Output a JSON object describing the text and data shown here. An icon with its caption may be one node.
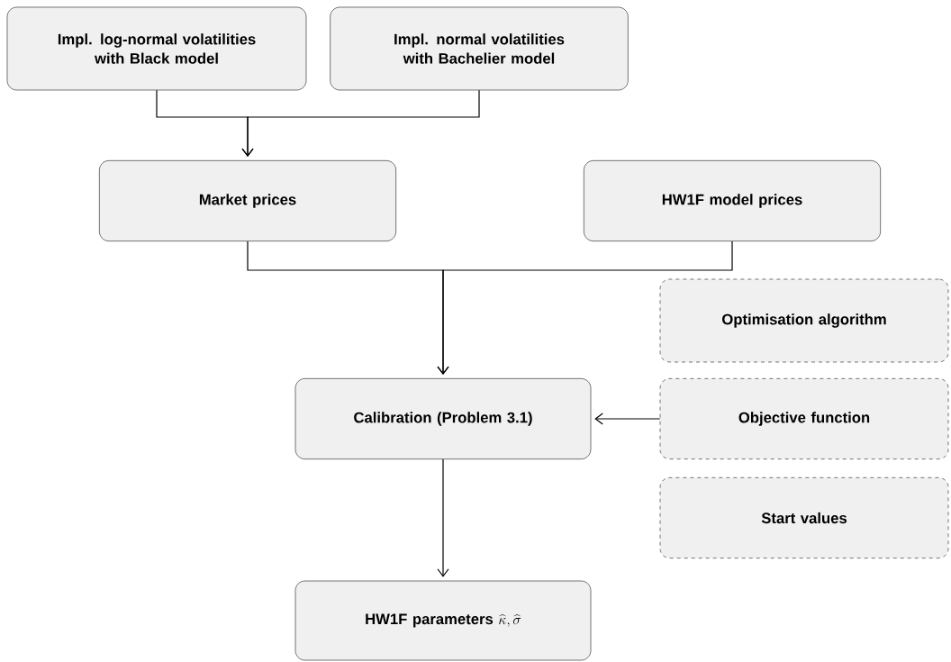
{
  "diagram": {
    "nodes": [
      {
        "text": [
          "Impl. log-normal volatilities with Black model"
        ]
      },
      {
        "text": [
          "Impl. normal volatilities with Bachelier model"
        ]
      },
      {
        "text": [
          "Market prices"
        ]
      },
      {
        "text": [
          "HW1F model prices"
        ]
      },
      {
        "text": [
          "Optimisation algorithm"
        ]
      },
      {
        "text": [
          "Calibration (Problem 3.1)"
        ]
      },
      {
        "text": [
          "Objective function"
        ]
      },
      {
        "text": [
          "Start values"
        ]
      },
      {
        "text": [
          "HW1F parameters",
          "\\widehat{\\kappa}, \\widehat{\\sigma}"
        ]
      }
    ],
    "edges": [
      {
        "from": 0,
        "to": 2,
        "arrow": "to"
      },
      {
        "from": 1,
        "to": 2,
        "arrow": "to"
      },
      {
        "from": 2,
        "to": 5,
        "arrow": "to"
      },
      {
        "from": 3,
        "to": 5,
        "arrow": "to"
      },
      {
        "from": 6,
        "to": 5,
        "arrow": "to"
      },
      {
        "from": 5,
        "to": 8,
        "arrow": "to"
      }
    ]
  }
}
